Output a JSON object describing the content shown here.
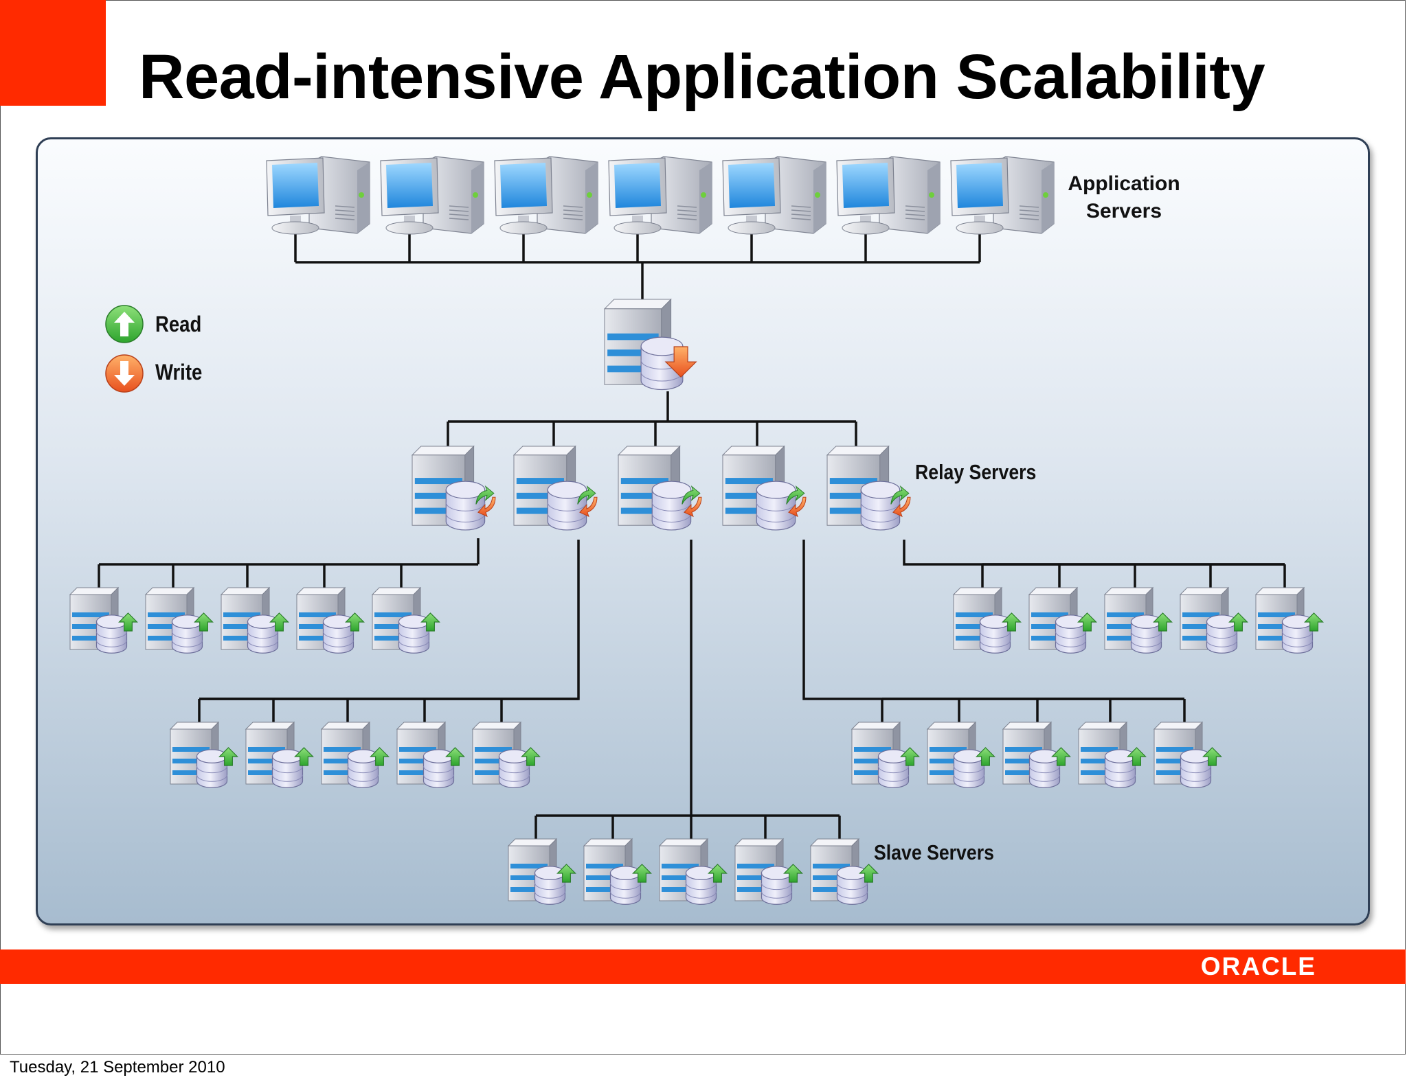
{
  "slide": {
    "title": "Read-intensive Application Scalability",
    "footer_date": "Tuesday, 21 September 2010",
    "logo_text": "ORACLE"
  },
  "legend": {
    "read_label": "Read",
    "write_label": "Write",
    "read_icon": "green-up-arrow-icon",
    "write_icon": "orange-down-arrow-icon"
  },
  "diagram": {
    "application_servers_label": [
      "Application",
      "Servers"
    ],
    "relay_servers_label": "Relay Servers",
    "slave_servers_label": "Slave Servers",
    "application_server_count": 7,
    "master_count": 1,
    "relay_server_count": 5,
    "slave_groups": 5,
    "slaves_per_group": 5
  },
  "colors": {
    "accent_red": "#ff2a00",
    "read_green": "#3cb83c",
    "write_orange": "#f26522",
    "server_blue": "#2e8fd8"
  }
}
